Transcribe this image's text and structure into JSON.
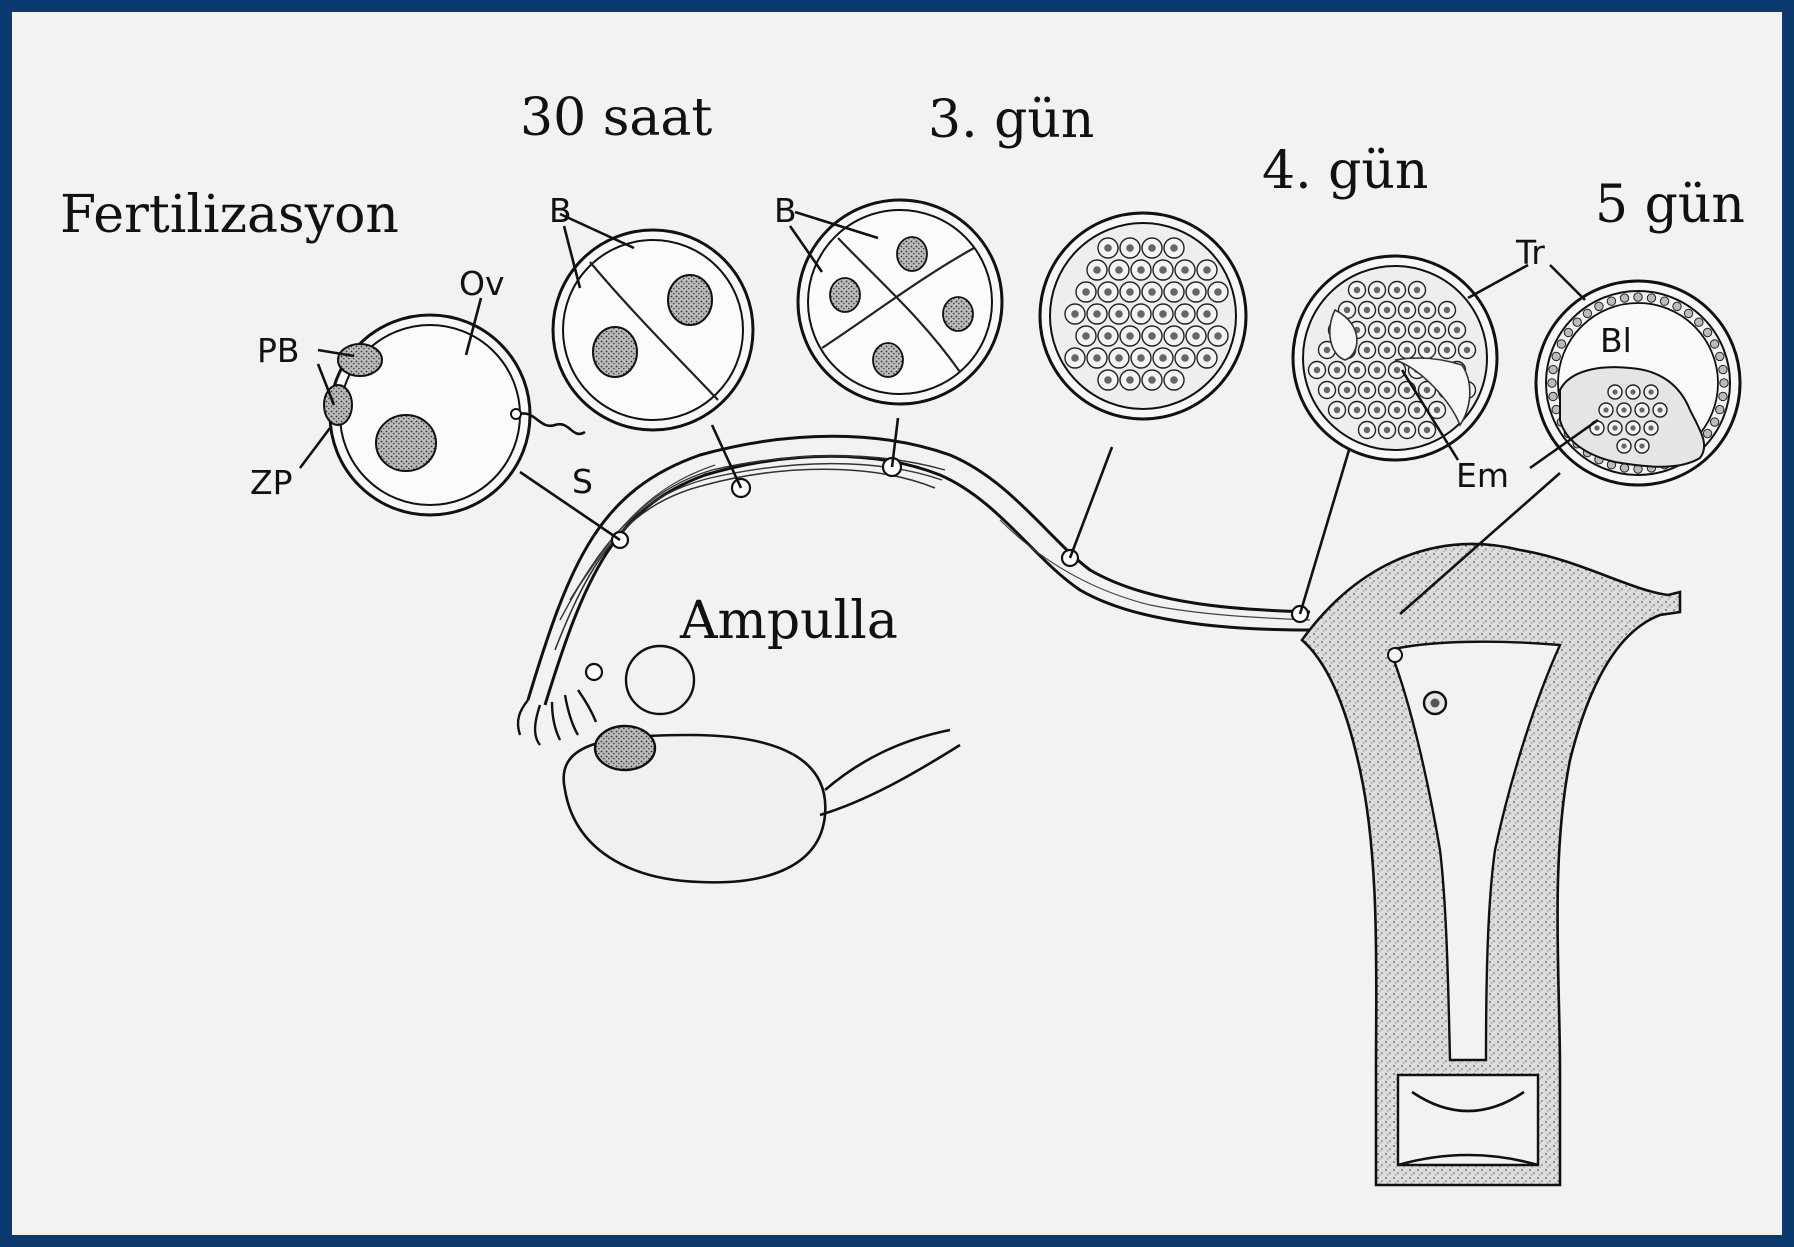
{
  "diagram": {
    "stages": {
      "fertilization": "Fertilizasyon",
      "hours30": "30 saat",
      "day3": "3. gün",
      "day4": "4. gün",
      "day5": "5 gün"
    },
    "region": {
      "ampulla": "Ampulla"
    },
    "labels": {
      "ov": "Ov",
      "pb": "PB",
      "zp": "ZP",
      "s": "S",
      "b1": "B",
      "b2": "B",
      "tr": "Tr",
      "bl": "Bl",
      "em": "Em"
    }
  },
  "colors": {
    "frame": "#0b3a6e",
    "background": "#f2f2f2",
    "ink": "#111111",
    "tissue": "#d6d6d6"
  }
}
